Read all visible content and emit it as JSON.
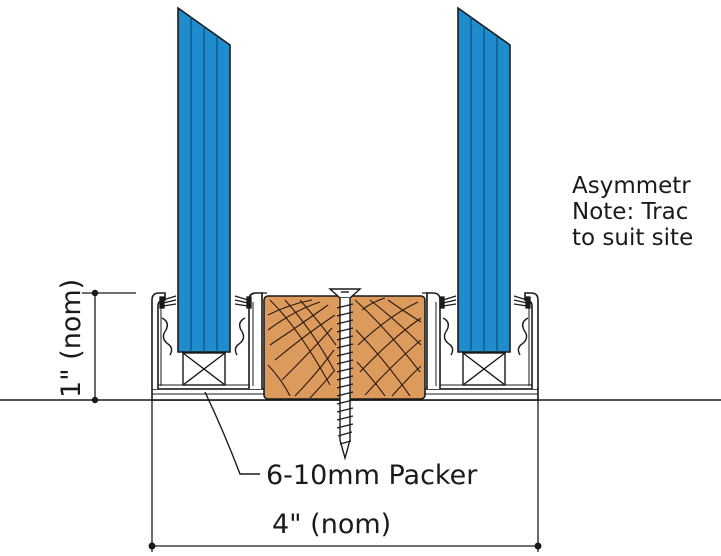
{
  "labels": {
    "packer": "6-10mm Packer",
    "width": "4\" (nom)",
    "height": "1\" (nom)"
  },
  "note": {
    "line1": "Asymmetr",
    "line2": "Note: Trac",
    "line3": "to suit site"
  },
  "colors": {
    "glass": "#1f8ccd",
    "glass_line": "#0d4f7a",
    "timber": "#dc9a5c",
    "line": "#1a1a1a"
  }
}
